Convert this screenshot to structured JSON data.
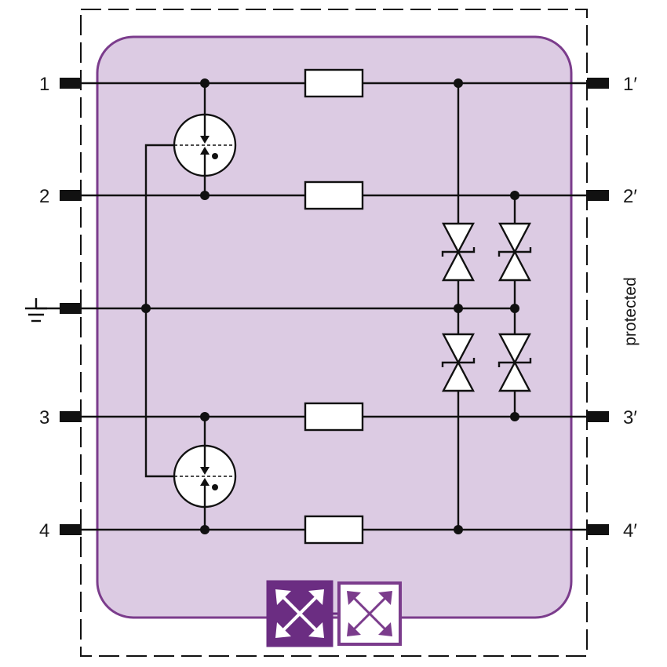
{
  "diagram": {
    "terminals_left": [
      "1",
      "2",
      "3",
      "4"
    ],
    "terminals_right": [
      "1′",
      "2′",
      "3′",
      "4′"
    ],
    "side_label": "protected",
    "ground_symbol": "ground-icon",
    "icons": [
      "gas-discharge-tube-icon",
      "tvs-diode-icon",
      "resistor-icon",
      "ground-icon",
      "network-arrows-icon"
    ],
    "colors": {
      "protection_zone_fill": "#dccbe3",
      "protection_zone_border": "#7b3c8c",
      "badge_dark": "#6b2d82",
      "badge_outline": "#7b3c8c",
      "line": "#111111"
    }
  }
}
